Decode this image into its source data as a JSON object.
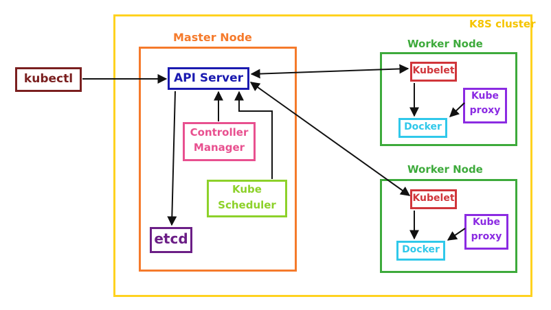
{
  "cluster": {
    "label": "K8S cluster",
    "color": "#FFD21F"
  },
  "master": {
    "label": "Master Node",
    "color": "#F57A2B"
  },
  "kubectl": {
    "label": "kubectl",
    "color": "#7A1F1F"
  },
  "api_server": {
    "label": "API Server",
    "color": "#1A1AB0"
  },
  "controller_manager": {
    "line1": "Controller",
    "line2": "Manager",
    "color": "#E8508F"
  },
  "scheduler": {
    "line1": "Kube",
    "line2": "Scheduler",
    "color": "#8DD12A"
  },
  "etcd": {
    "label": "etcd",
    "color": "#6B1E86"
  },
  "workers": [
    {
      "label": "Worker Node",
      "kubelet": "Kubelet",
      "docker": "Docker",
      "proxy_line1": "Kube",
      "proxy_line2": "proxy"
    },
    {
      "label": "Worker Node",
      "kubelet": "Kubelet",
      "docker": "Docker",
      "proxy_line1": "Kube",
      "proxy_line2": "proxy"
    }
  ],
  "colors": {
    "worker": "#3DAA3B",
    "kubelet": "#D0353A",
    "docker": "#2FC8EA",
    "proxy": "#8B2BE2",
    "arrow": "#111111"
  }
}
